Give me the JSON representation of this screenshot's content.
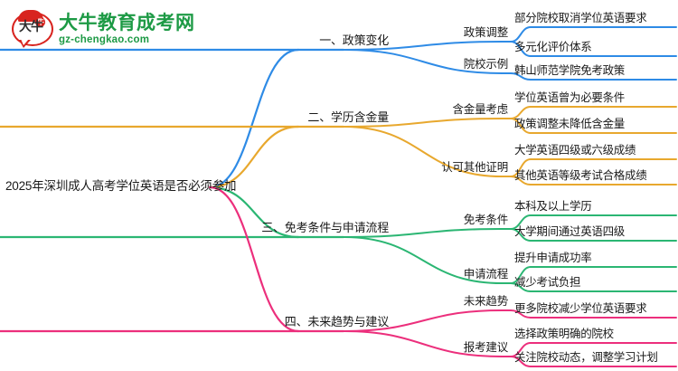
{
  "logo": {
    "mark_text": "大牛",
    "mark_badge": "牛",
    "title": "大牛教育成考网",
    "subtitle": "gz-chengkao.com",
    "brand_color": "#1d9a45",
    "accent_color": "#d8241f"
  },
  "mindmap": {
    "root": "2025年深圳成人高考学位英语是否必须参加",
    "branches": [
      {
        "label": "一、政策变化",
        "color": "#2e8be6",
        "groups": [
          {
            "label": "政策调整",
            "leaves": [
              "部分院校取消学位英语要求",
              "多元化评价体系"
            ]
          },
          {
            "label": "院校示例",
            "leaves": [
              "韩山师范学院免考政策"
            ]
          }
        ]
      },
      {
        "label": "二、学历含金量",
        "color": "#e8a82e",
        "groups": [
          {
            "label": "含金量考虑",
            "leaves": [
              "学位英语曾为必要条件",
              "政策调整未降低含金量"
            ]
          },
          {
            "label": "认可其他证明",
            "leaves": [
              "大学英语四级或六级成绩",
              "其他英语等级考试合格成绩"
            ]
          }
        ]
      },
      {
        "label": "三、免考条件与申请流程",
        "color": "#2bb673",
        "groups": [
          {
            "label": "免考条件",
            "leaves": [
              "本科及以上学历",
              "大学期间通过英语四级"
            ]
          },
          {
            "label": "申请流程",
            "leaves": [
              "提升申请成功率",
              "减少考试负担"
            ]
          }
        ]
      },
      {
        "label": "四、未来趋势与建议",
        "color": "#ec2f7c",
        "groups": [
          {
            "label": "未来趋势",
            "leaves": [
              "更多院校减少学位英语要求"
            ]
          },
          {
            "label": "报考建议",
            "leaves": [
              "选择政策明确的院校",
              "关注院校动态，调整学习计划"
            ]
          }
        ]
      }
    ]
  }
}
